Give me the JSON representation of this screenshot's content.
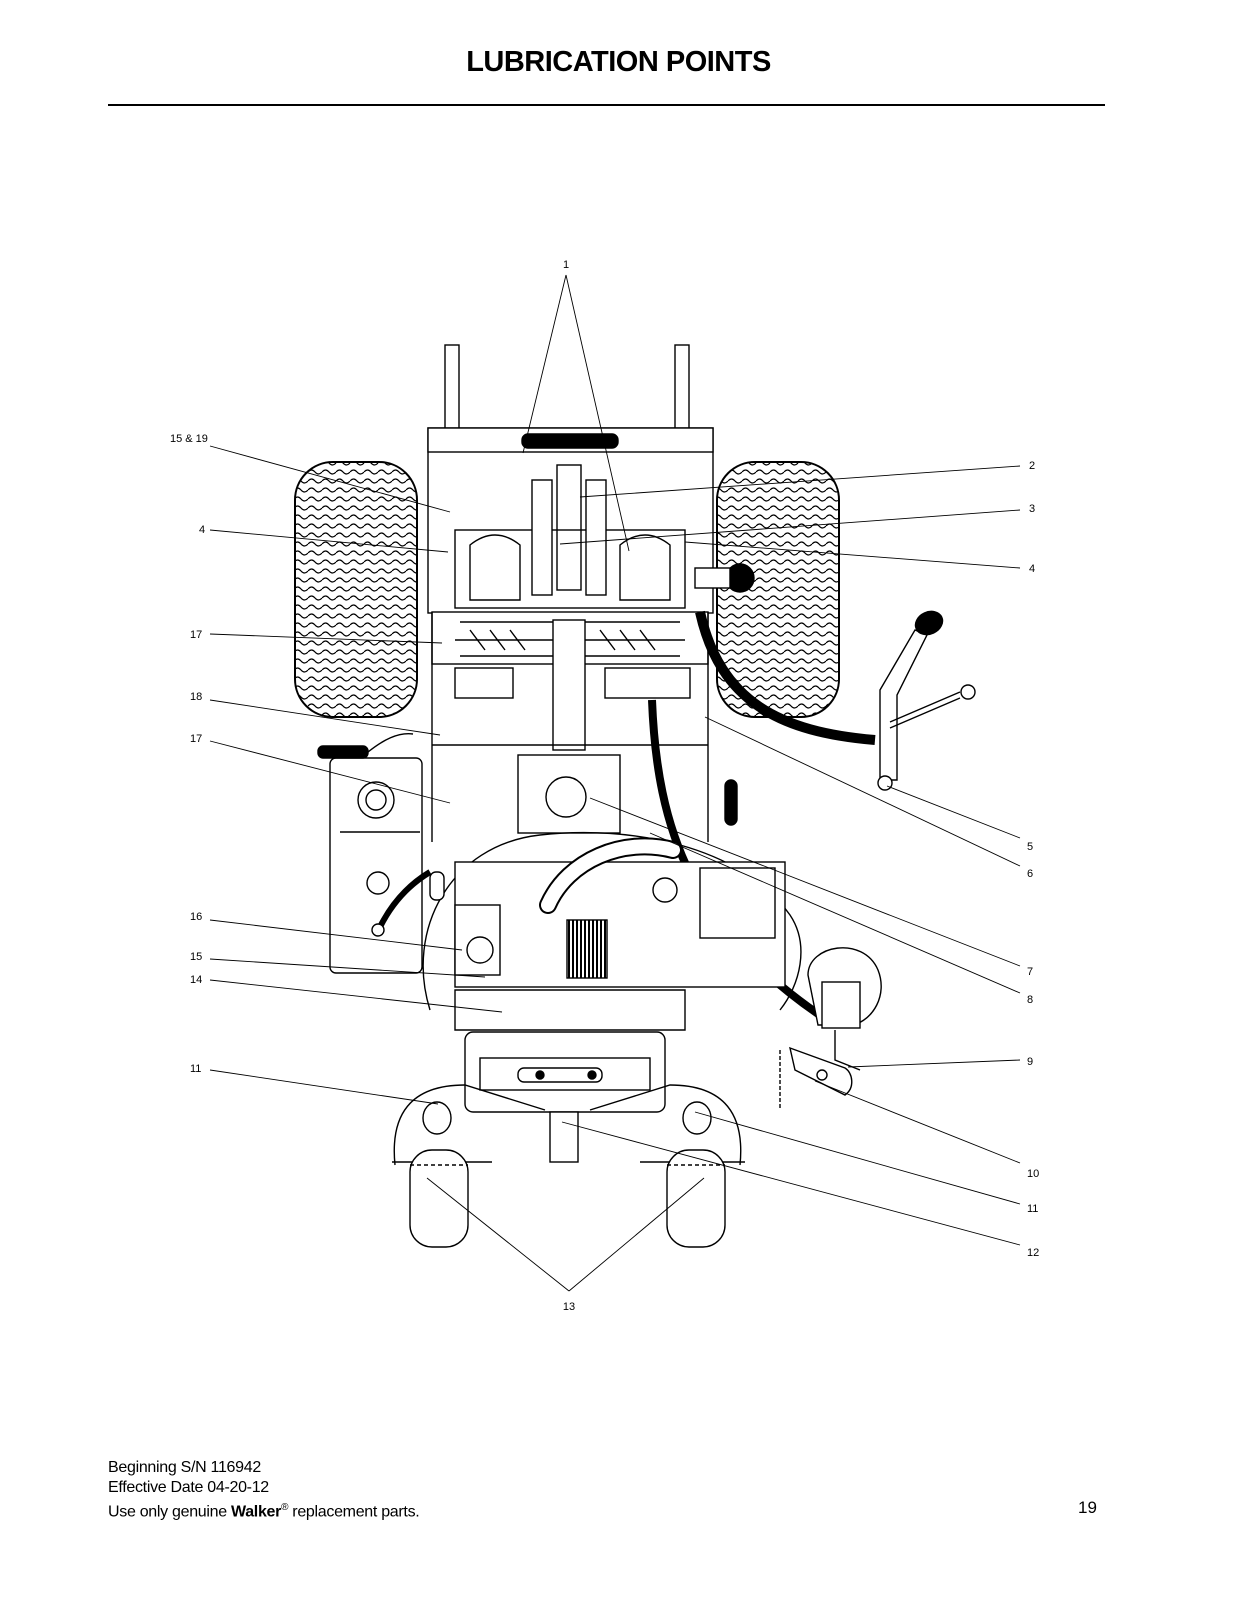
{
  "header": {
    "title": "LUBRICATION POINTS"
  },
  "diagram": {
    "callouts": [
      "1",
      "15 & 19",
      "2",
      "3",
      "4",
      "4",
      "17",
      "18",
      "17",
      "5",
      "6",
      "16",
      "15",
      "14",
      "7",
      "8",
      "9",
      "11",
      "10",
      "11",
      "12",
      "13"
    ]
  },
  "footer": {
    "serial": "Beginning S/N 116942",
    "effective_date": "Effective Date 04-20-12",
    "notice_pre": "Use only genuine ",
    "notice_brand": "Walker",
    "notice_mark": "®",
    "notice_post": " replacement parts.",
    "page_number": "19"
  }
}
